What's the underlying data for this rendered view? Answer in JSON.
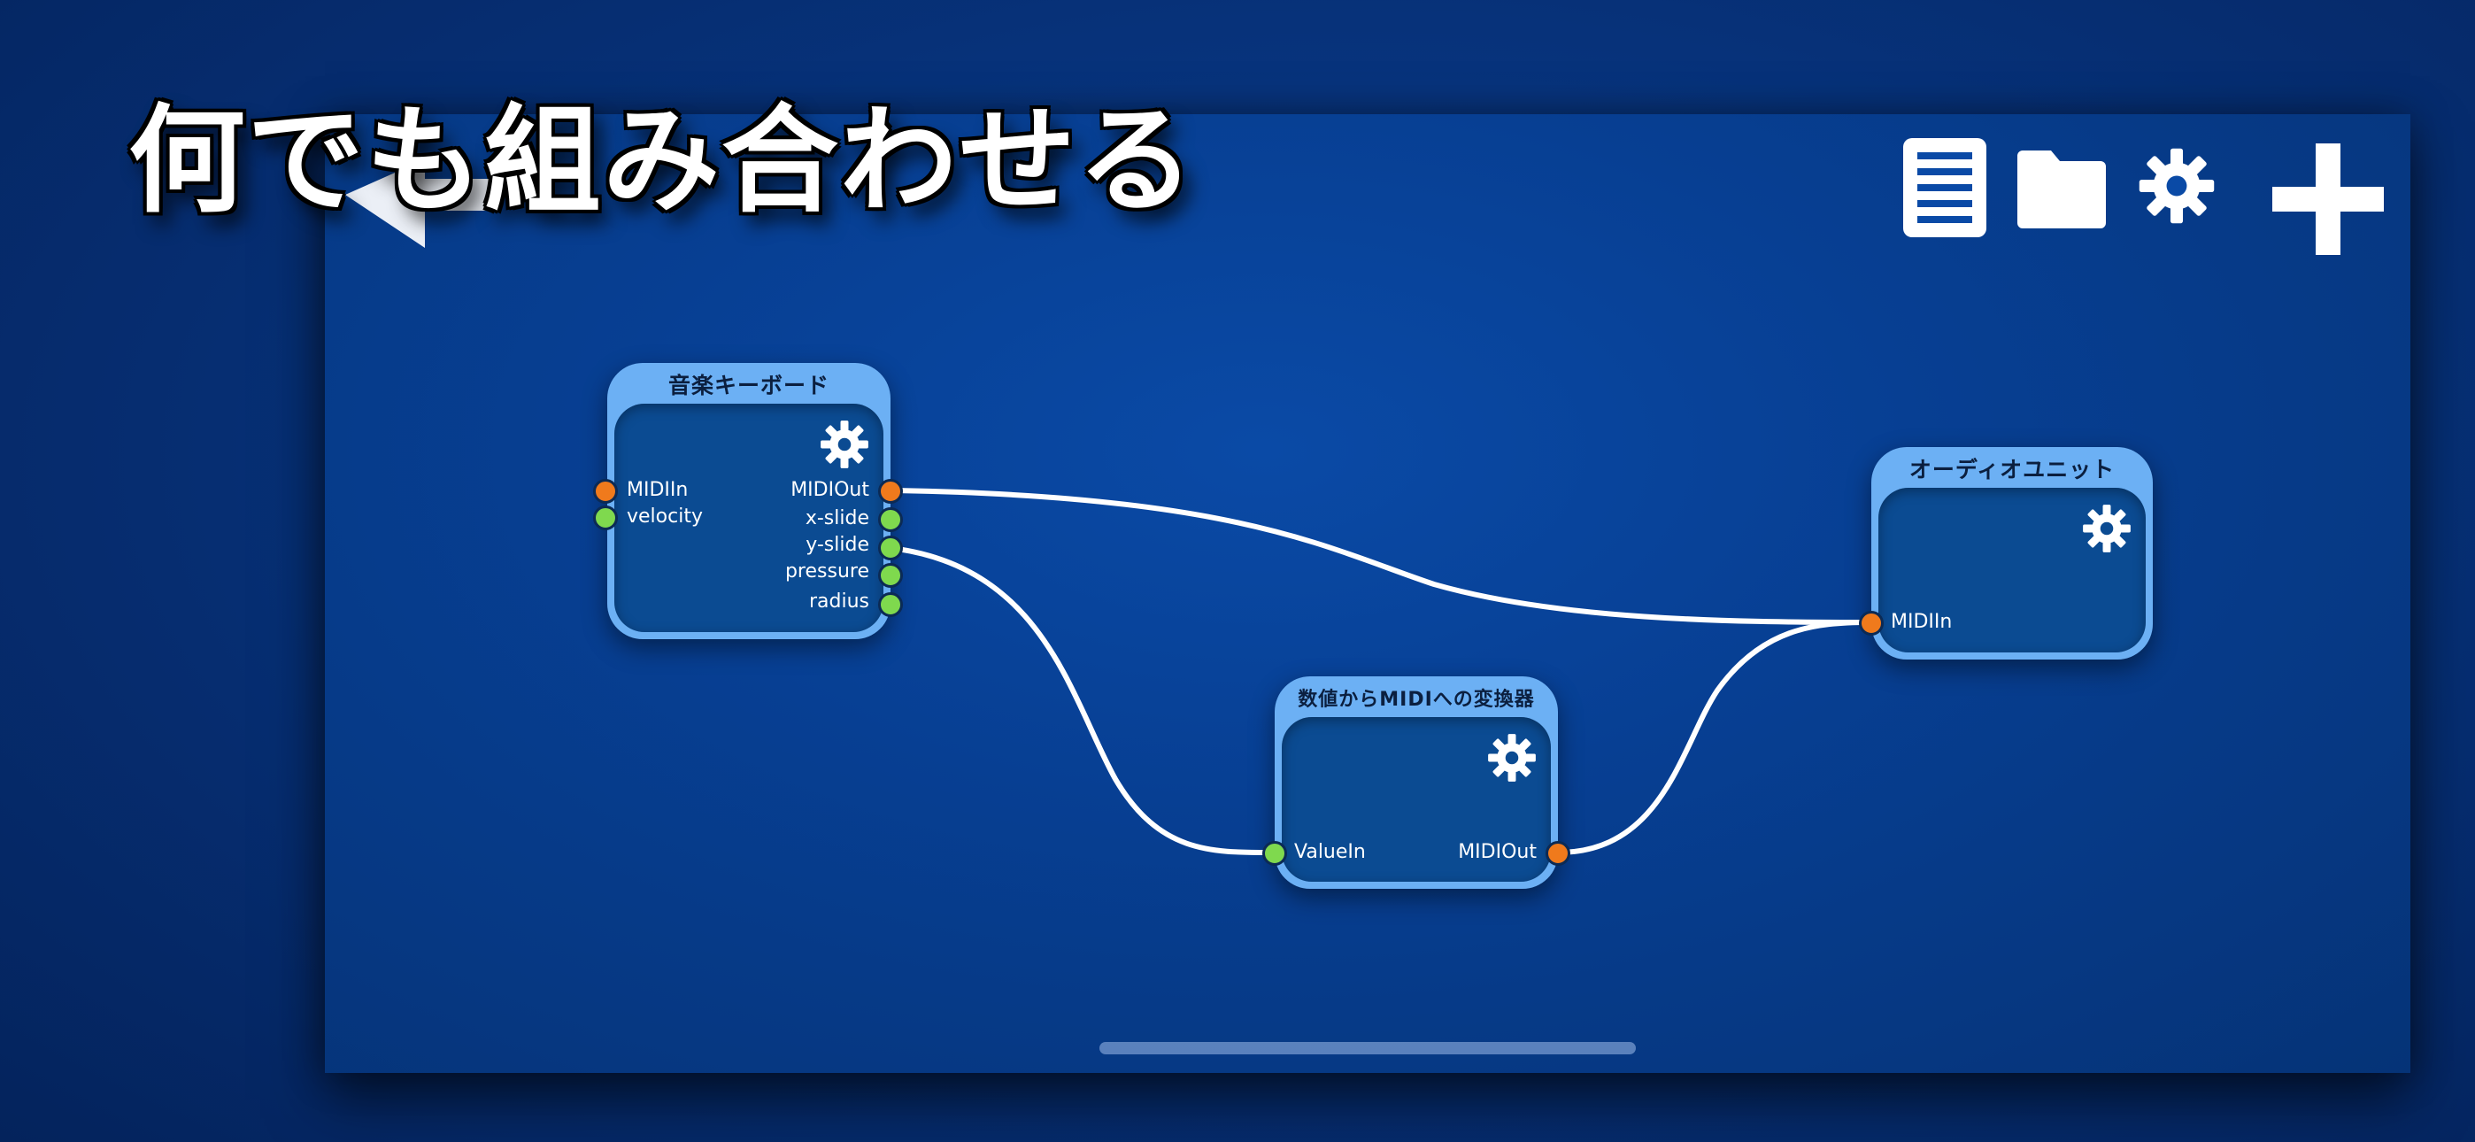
{
  "headline": "何でも組み合わせる",
  "toolbar": {
    "list_icon": "list-icon",
    "folder_icon": "folder-icon",
    "settings_icon": "gear-icon",
    "add_icon": "plus-icon",
    "back_icon": "back-arrow-icon"
  },
  "nodes": {
    "keyboard": {
      "title": "音楽キーボード",
      "inputs": [
        "MIDIIn",
        "velocity"
      ],
      "outputs": [
        "MIDIOut",
        "x-slide",
        "y-slide",
        "pressure",
        "radius"
      ]
    },
    "converter": {
      "title": "数値からMIDIへの変換器",
      "inputs": [
        "ValueIn"
      ],
      "outputs": [
        "MIDIOut"
      ]
    },
    "audio_unit": {
      "title": "オーディオユニット",
      "inputs": [
        "MIDIIn"
      ],
      "outputs": []
    }
  },
  "colors": {
    "midi_port": "#f07a1c",
    "value_port": "#7fd94e",
    "node_frame": "#6cb0f4",
    "node_body": "#0b4b92",
    "wire": "#ffffff"
  }
}
